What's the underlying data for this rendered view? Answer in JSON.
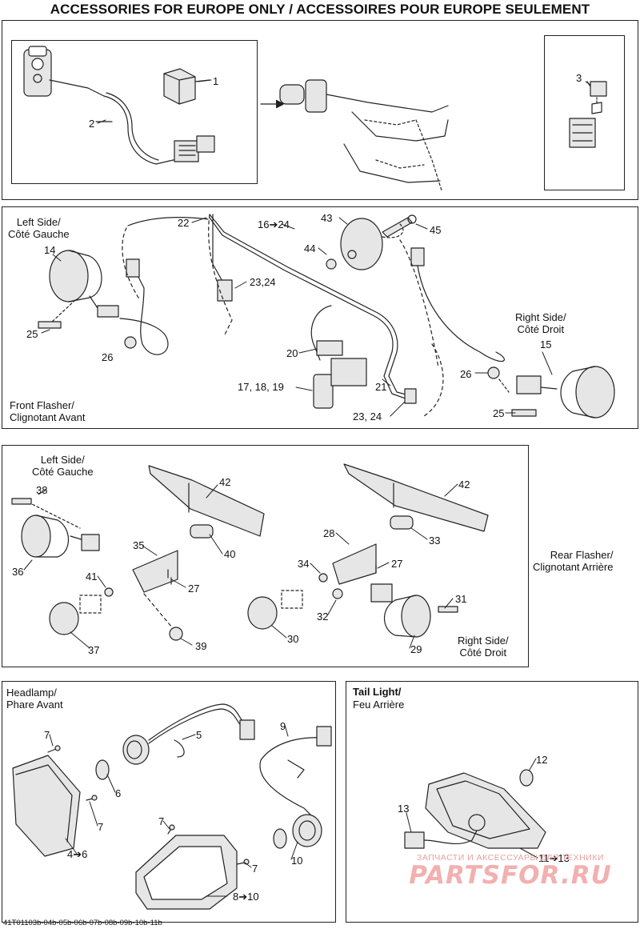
{
  "title": "ACCESSORIES FOR EUROPE ONLY / ACCESSOIRES POUR EUROPE SEULEMENT",
  "panel_top": {
    "callouts": [
      "1",
      "2",
      "3"
    ]
  },
  "front_flasher": {
    "left_side": "Left Side/\nCôté Gauche",
    "right_side": "Right Side/\nCôté Droit",
    "caption": "Front Flasher/\nClignotant Avant",
    "callouts": [
      "14",
      "22",
      "16➔24",
      "43",
      "45",
      "44",
      "23,24",
      "25",
      "26",
      "20",
      "17, 18, 19",
      "21",
      "23, 24",
      "26",
      "15",
      "25"
    ]
  },
  "rear_flasher": {
    "left_side": "Left Side/\nCôté Gauche",
    "right_side": "Right Side/\nCôté Droit",
    "caption": "Rear Flasher/\nClignotant Arrière",
    "callouts": [
      "38",
      "42",
      "35",
      "40",
      "36",
      "41",
      "27",
      "37",
      "39",
      "42",
      "28",
      "33",
      "34",
      "27",
      "32",
      "31",
      "30",
      "29"
    ]
  },
  "headlamp": {
    "caption": "Headlamp/\nPhare Avant",
    "callouts": [
      "7",
      "5",
      "9",
      "6",
      "7",
      "7",
      "7",
      "10",
      "4➔6",
      "8➔10"
    ]
  },
  "tail_light": {
    "caption_bold": "Tail Light/",
    "caption": "Feu Arrière",
    "callouts": [
      "12",
      "13",
      "11➔13"
    ]
  },
  "watermark": {
    "line1": "ЗАПЧАСТИ И АКСЕССУАРЫ ДЛЯ ТЕХНИКИ",
    "line2": "PARTSFOR.RU"
  },
  "figure_code": "41T01103b-04b-05b-06b-07b-08b-09b-10b-11b",
  "colors": {
    "line": "#222222",
    "part_fill": "#e6e6e6",
    "watermark": "#f2b0b0"
  }
}
